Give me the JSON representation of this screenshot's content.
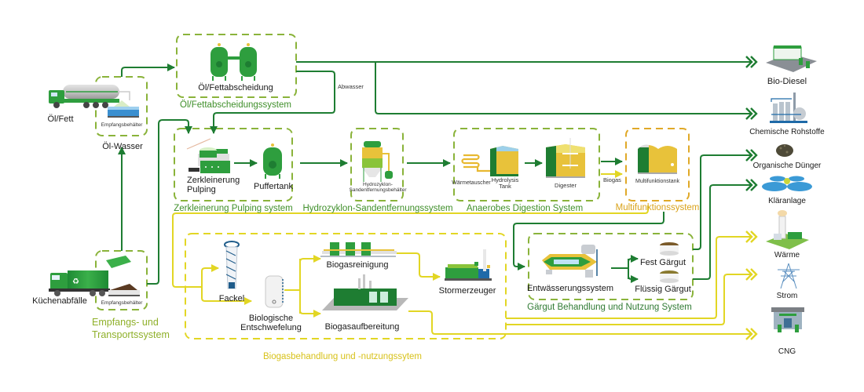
{
  "colors": {
    "green_line": "#1e7d32",
    "yellow_line": "#e2d624",
    "green_dash": "#8ab33a",
    "yellow_dash": "#e2d624",
    "orange_dash": "#e0a928",
    "equipment_green": "#2e9e3e",
    "digestate_yellow": "#e8c23a"
  },
  "inputs": {
    "oil_fat": "Öl/Fett",
    "kitchen_waste": "Küchenabfälle",
    "oil_water": "Öl-Wasser"
  },
  "systems": {
    "receiving_transport": "Empfangs- und Transportssystem",
    "oil_separation": "Öl/Fettabscheidungssystem",
    "pulping": "Zerkleinerung Pulping system",
    "hydrocyclone": "Hydrozyklon-Sandentfernungssystem",
    "anaerobic_digestion": "Anaerobes Digestion System",
    "multifunction": "Multifunktionssystem",
    "digestate": "Gärgut Behandlung und Nutzung System",
    "biogas": "Biogasbehandlung und -nutzungssytem"
  },
  "equipment": {
    "receiving_tank_1": "Empfangsbehälter",
    "receiving_tank_2": "Empfangsbehälter",
    "oil_separator": "Öl/Fettabscheidung",
    "crusher_line1": "Zerkleinerung",
    "crusher_line2": "Pulping",
    "buffer_tank": "Puffertank",
    "hydrocyclone_line1": "Hydrozyklon-",
    "hydrocyclone_line2": "Sandentfernungsbehälter",
    "heat_exchanger": "Wärmetauscher",
    "hydrolysis_line1": "Hydrolysis",
    "hydrolysis_line2": "Tank",
    "digester": "Digester",
    "multifunction_tank": "Multifunktionstank",
    "torch": "Fackel",
    "bio_desulf_line1": "Biologische",
    "bio_desulf_line2": "Entschwefelung",
    "biogas_cleaning": "Biogasreinigung",
    "biogas_upgrading": "Biogasaufbereitung",
    "generator": "Stormerzeuger",
    "dewatering": "Entwässerungssystem",
    "solid_digestate": "Fest Gärgut",
    "liquid_digestate": "Flüssig Gärgut"
  },
  "flow_labels": {
    "wastewater": "Abwasser",
    "biogas": "Biogas"
  },
  "outputs": [
    {
      "label": "Bio-Diesel",
      "icon": "gas-station-icon"
    },
    {
      "label": "Chemische Rohstoffe",
      "icon": "chemical-plant-icon"
    },
    {
      "label": "Organische Dünger",
      "icon": "fertilizer-icon"
    },
    {
      "label": "Kläranlage",
      "icon": "sewage-plant-icon"
    },
    {
      "label": "Wärme",
      "icon": "power-plant-icon"
    },
    {
      "label": "Strom",
      "icon": "power-pylon-icon"
    },
    {
      "label": "CNG",
      "icon": "cng-station-icon"
    }
  ]
}
